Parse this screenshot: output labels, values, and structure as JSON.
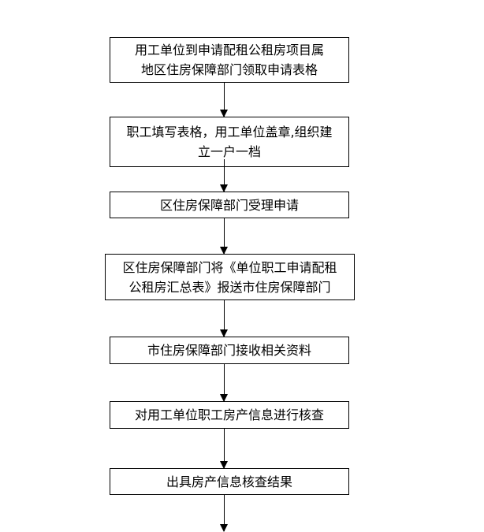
{
  "steps": [
    {
      "lines": [
        "用工单位到申请配租公租房项目属",
        "地区住房保障部门领取申请表格"
      ]
    },
    {
      "lines": [
        "职工填写表格，用工单位盖章,组织建",
        "立一户一档"
      ]
    },
    {
      "lines": [
        "区住房保障部门受理申请"
      ]
    },
    {
      "lines": [
        "区住房保障部门将《单位职工申请配租",
        "公租房汇总表》报送市住房保障部门"
      ]
    },
    {
      "lines": [
        "市住房保障部门接收相关资料"
      ]
    },
    {
      "lines": [
        "对用工单位职工房产信息进行核查"
      ]
    },
    {
      "lines": [
        "出具房产信息核查结果"
      ]
    }
  ]
}
